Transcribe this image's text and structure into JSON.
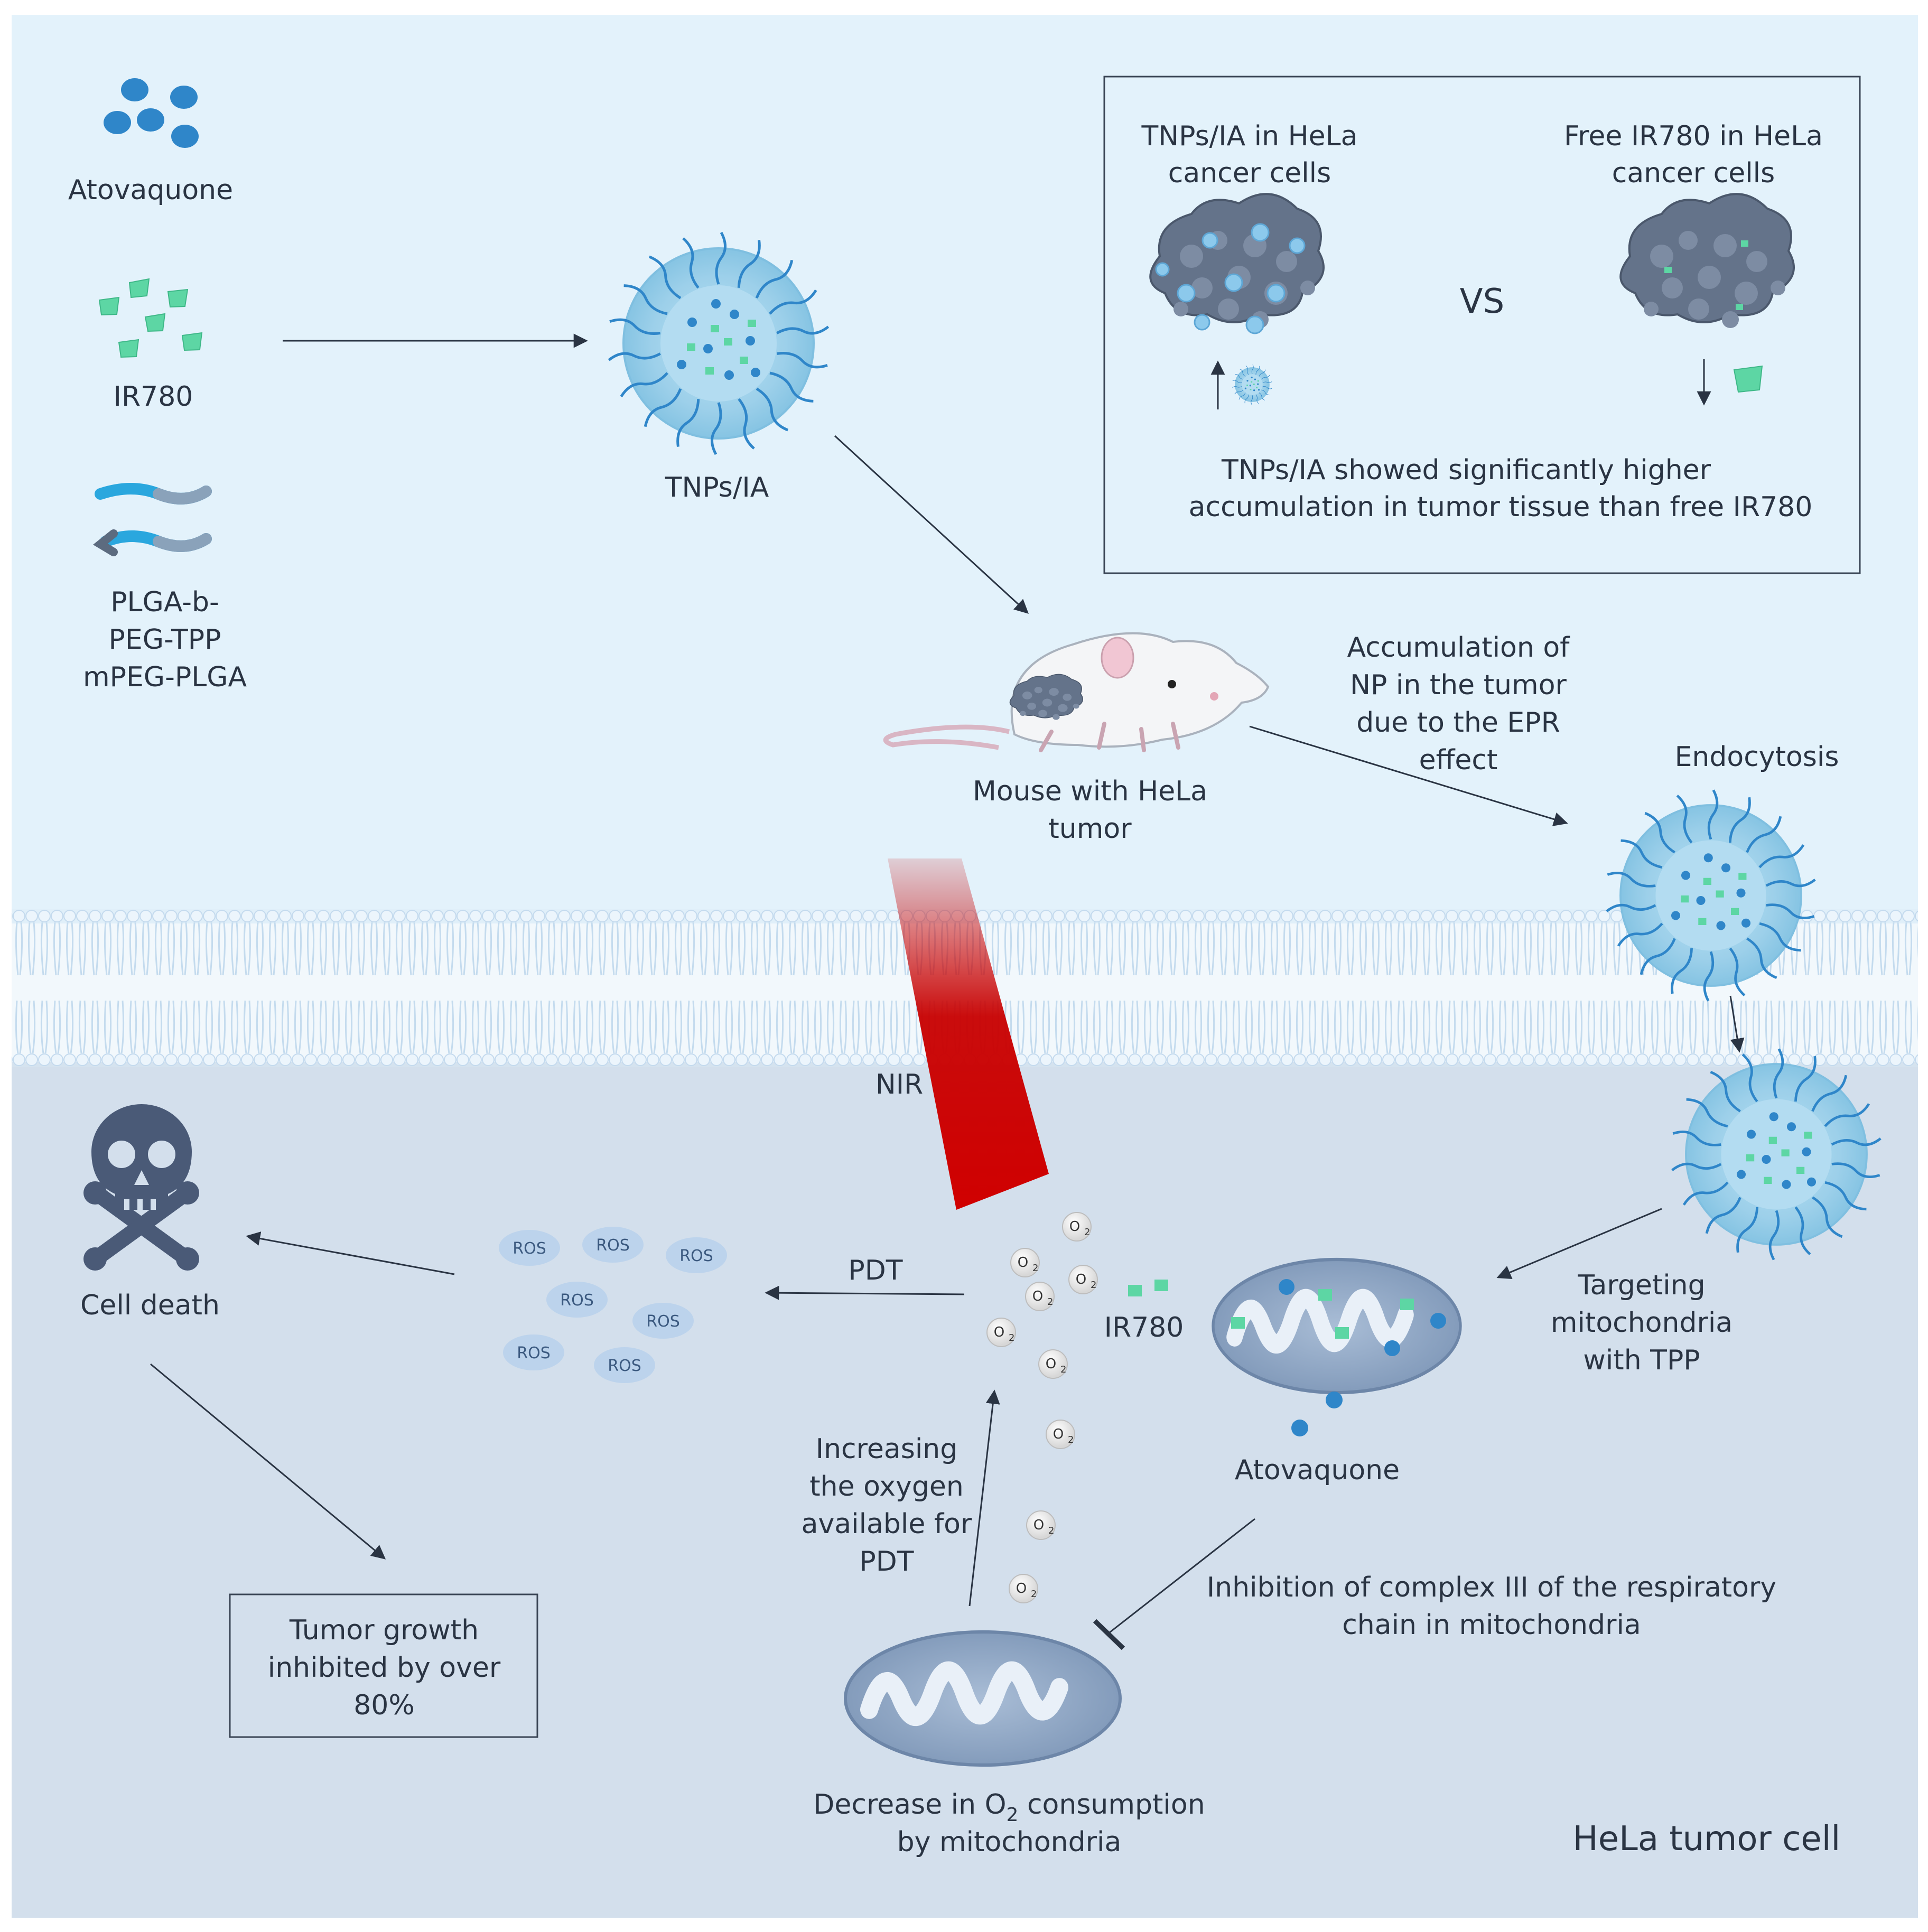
{
  "labels": {
    "atovaquone_top": "Atovaquone",
    "ir780_top": "IR780",
    "polymer_lines": [
      "PLGA-b-",
      "PEG-TPP",
      "mPEG-PLGA"
    ],
    "tnps": "TNPs/IA",
    "box_left_title": [
      "TNPs/IA in HeLa",
      "cancer cells"
    ],
    "box_right_title": [
      "Free IR780 in HeLa",
      "cancer cells"
    ],
    "vs": "VS",
    "box_caption": [
      "TNPs/IA showed significantly higher",
      "accumulation in tumor tissue than free IR780"
    ],
    "mouse": [
      "Mouse with HeLa",
      "tumor"
    ],
    "epr": [
      "Accumulation of",
      "NP in the tumor",
      "due to the EPR",
      "effect"
    ],
    "endocytosis": "Endocytosis",
    "nir": "NIR",
    "cell_death": "Cell death",
    "ros": "ROS",
    "pdt": "PDT",
    "o2": "O",
    "o2_sub": "2",
    "ir780_inside": "IR780",
    "targeting": [
      "Targeting",
      "mitochondria",
      "with TPP"
    ],
    "atovaquone_inside": "Atovaquone",
    "increasing": [
      "Increasing",
      "the oxygen",
      "available for",
      "PDT"
    ],
    "inhibition": [
      "Inhibition of complex III of the respiratory",
      "chain in mitochondria"
    ],
    "decrease_pre": "Decrease in O",
    "decrease_sub": "2",
    "decrease_post": " consumption",
    "decrease_line2": "by mitochondria",
    "tumor_box": [
      "Tumor growth",
      "inhibited by over",
      "80%"
    ],
    "hela_cell": "HeLa tumor cell"
  },
  "colors": {
    "upper_bg": "#e3f2fb",
    "lower_bg": "#d3dfec",
    "nanoparticle": "#a8d8ef",
    "drug_blue": "#2f86c9",
    "ir780_green": "#5dd6a4",
    "laser_red": "#c80000",
    "mito": "#8ea6c4",
    "ros_fill": "#bcd3ec"
  },
  "icons": {
    "death": "skull-crossbones-icon",
    "mouse": "mouse-icon",
    "mitochondrion": "mitochondrion-icon",
    "nanoparticle": "nanoparticle-icon"
  }
}
